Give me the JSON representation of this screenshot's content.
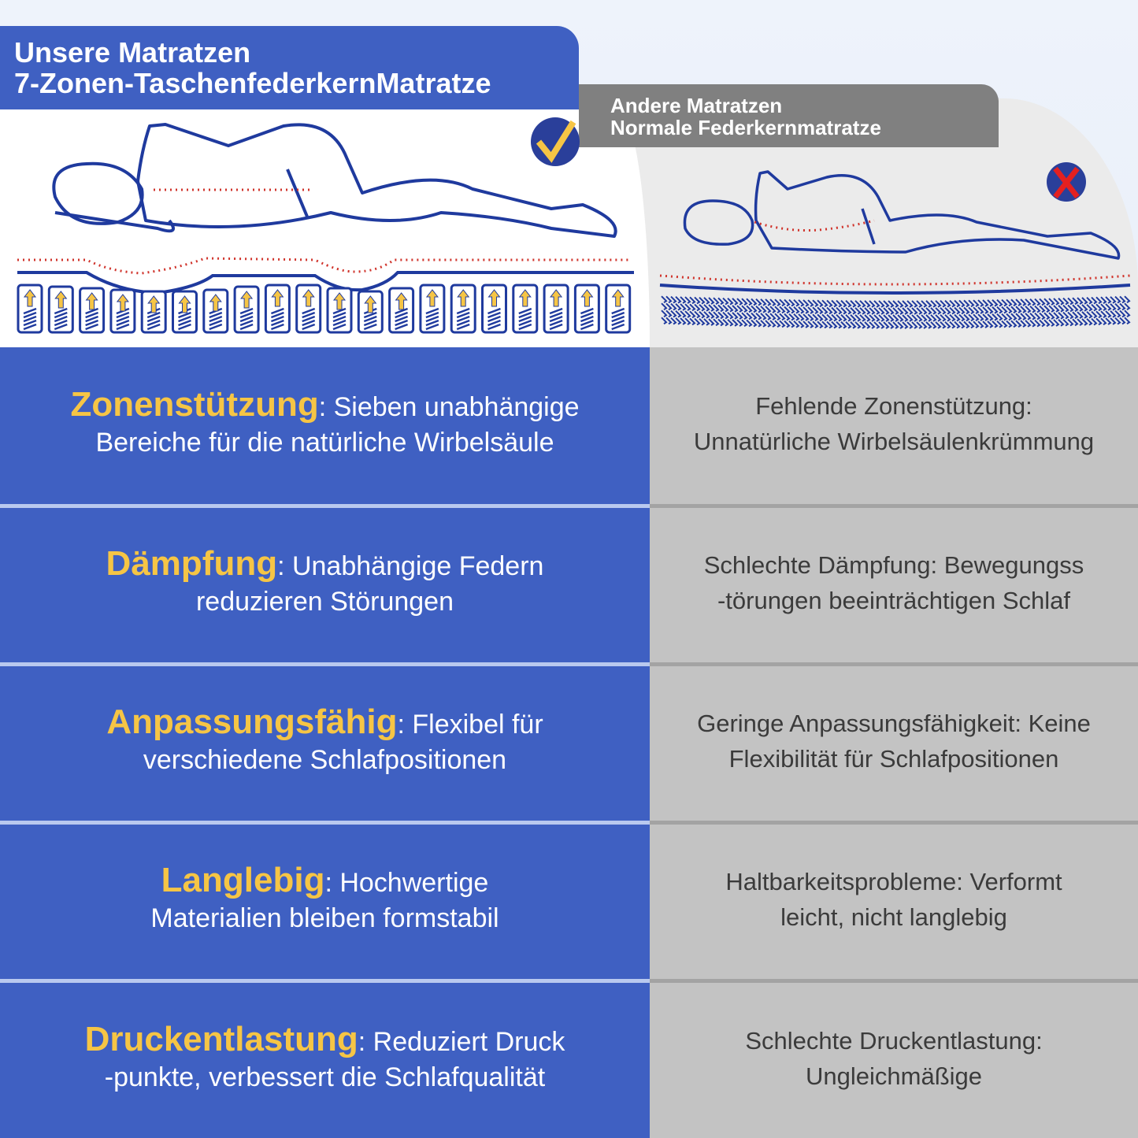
{
  "header_ours": {
    "line1": "Unsere Matratzen",
    "line2": "7-Zonen-TaschenfederkernMatratze",
    "badge": "check-icon"
  },
  "header_others": {
    "line1": "Andere Matratzen",
    "line2": "Normale Federkernmatratze",
    "badge": "x-icon"
  },
  "colors": {
    "blue": "#3f60c2",
    "gray": "#c3c3c3",
    "highlight": "#f6c545",
    "line": "#1f3a9e",
    "dots": "#d0342c"
  },
  "rows": [
    {
      "ours_title": "Zonenstützung",
      "ours_text": ": Sieben unabhängige",
      "ours_text2": "Bereiche für die natürliche Wirbelsäule",
      "others_line1": "Fehlende Zonenstützung:",
      "others_line2": "Unnatürliche Wirbelsäulenkrümmung"
    },
    {
      "ours_title": "Dämpfung",
      "ours_text": ": Unabhängige Federn",
      "ours_text2": "reduzieren Störungen",
      "others_line1": "Schlechte Dämpfung: Bewegungss",
      "others_line2": "-törungen beeinträchtigen Schlaf"
    },
    {
      "ours_title": "Anpassungsfähig",
      "ours_text": ": Flexibel für",
      "ours_text2": "verschiedene Schlafpositionen",
      "others_line1": "Geringe Anpassungsfähigkeit: Keine",
      "others_line2": "Flexibilität für Schlafpositionen"
    },
    {
      "ours_title": "Langlebig",
      "ours_text": ": Hochwertige",
      "ours_text2": "Materialien bleiben formstabil",
      "others_line1": "Haltbarkeitsprobleme: Verformt",
      "others_line2": "leicht, nicht langlebig"
    },
    {
      "ours_title": "Druckentlastung",
      "ours_text": ": Reduziert Druck",
      "ours_text2": "-punkte, verbessert die Schlafqualität",
      "others_line1": "Schlechte Druckentlastung:",
      "others_line2": "Ungleichmäßige"
    }
  ]
}
